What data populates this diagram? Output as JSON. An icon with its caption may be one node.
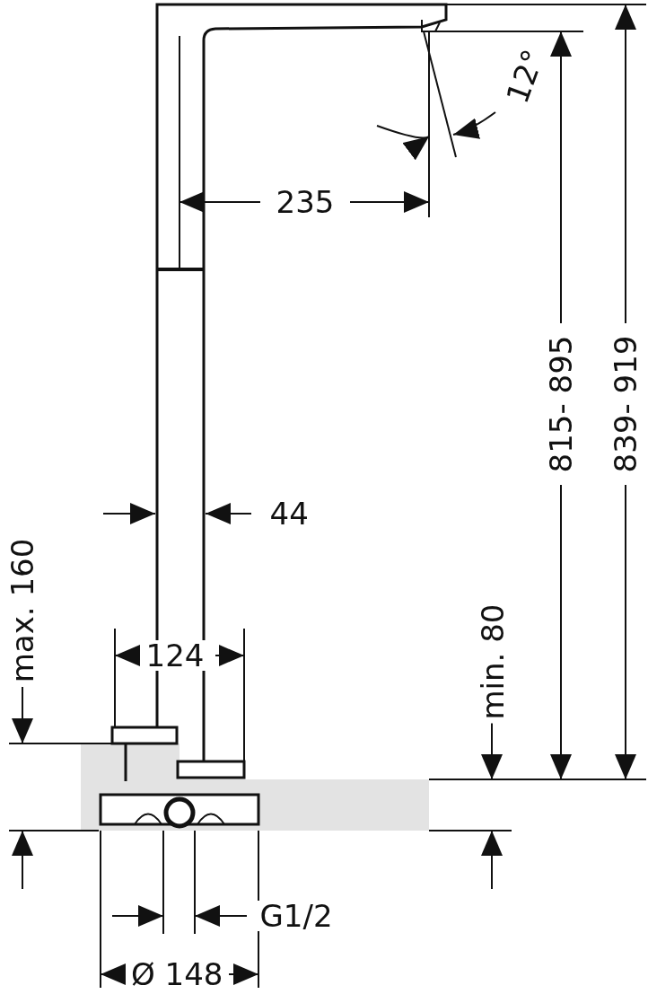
{
  "diagram": {
    "labels": [
      "12°",
      "235",
      "815- 895",
      "839- 919",
      "44",
      "max. 160",
      "124",
      "min. 80",
      "G1/2",
      "Ø 148"
    ]
  }
}
